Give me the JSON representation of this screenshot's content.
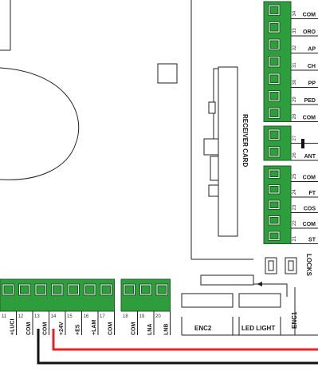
{
  "right_block_top": {
    "terminals": [
      {
        "num": "34",
        "label": "COM"
      },
      {
        "num": "33",
        "label": "ORO"
      },
      {
        "num": "32",
        "label": "AP"
      },
      {
        "num": "31",
        "label": "CH"
      },
      {
        "num": "30",
        "label": "PP"
      },
      {
        "num": "29",
        "label": "PED"
      },
      {
        "num": "28",
        "label": "COM"
      }
    ]
  },
  "antenna_block": {
    "terminals": [
      {
        "num": "27",
        "label": ""
      },
      {
        "num": "26",
        "label": "ANT"
      }
    ]
  },
  "right_block_bottom": {
    "terminals": [
      {
        "num": "25",
        "label": "COM"
      },
      {
        "num": "24",
        "label": "FT"
      },
      {
        "num": "23",
        "label": "COS"
      },
      {
        "num": "22",
        "label": "COM"
      },
      {
        "num": "21",
        "label": "ST"
      }
    ]
  },
  "bottom_block_left": {
    "terminals": [
      {
        "num": "11",
        "label": "+LUCI"
      },
      {
        "num": "12",
        "label": "COM"
      },
      {
        "num": "13",
        "label": "COM"
      },
      {
        "num": "14",
        "label": "+24V"
      },
      {
        "num": "15",
        "label": "+ES"
      },
      {
        "num": "16",
        "label": "+LAM"
      },
      {
        "num": "17",
        "label": "COM"
      }
    ]
  },
  "bottom_block_right": {
    "terminals": [
      {
        "num": "18",
        "label": "COM"
      },
      {
        "num": "19",
        "label": "LNA"
      },
      {
        "num": "20",
        "label": "LNB"
      }
    ]
  },
  "labels": {
    "receiver_card": "RECEIVER CARD",
    "locks": "LOCKS",
    "enc1": "ENC1",
    "enc2": "ENC2",
    "led_light": "LED LIGHT"
  },
  "colors": {
    "terminal_green": "#2e9e3c",
    "wire_red": "#e0262b",
    "wire_black": "#111111"
  }
}
